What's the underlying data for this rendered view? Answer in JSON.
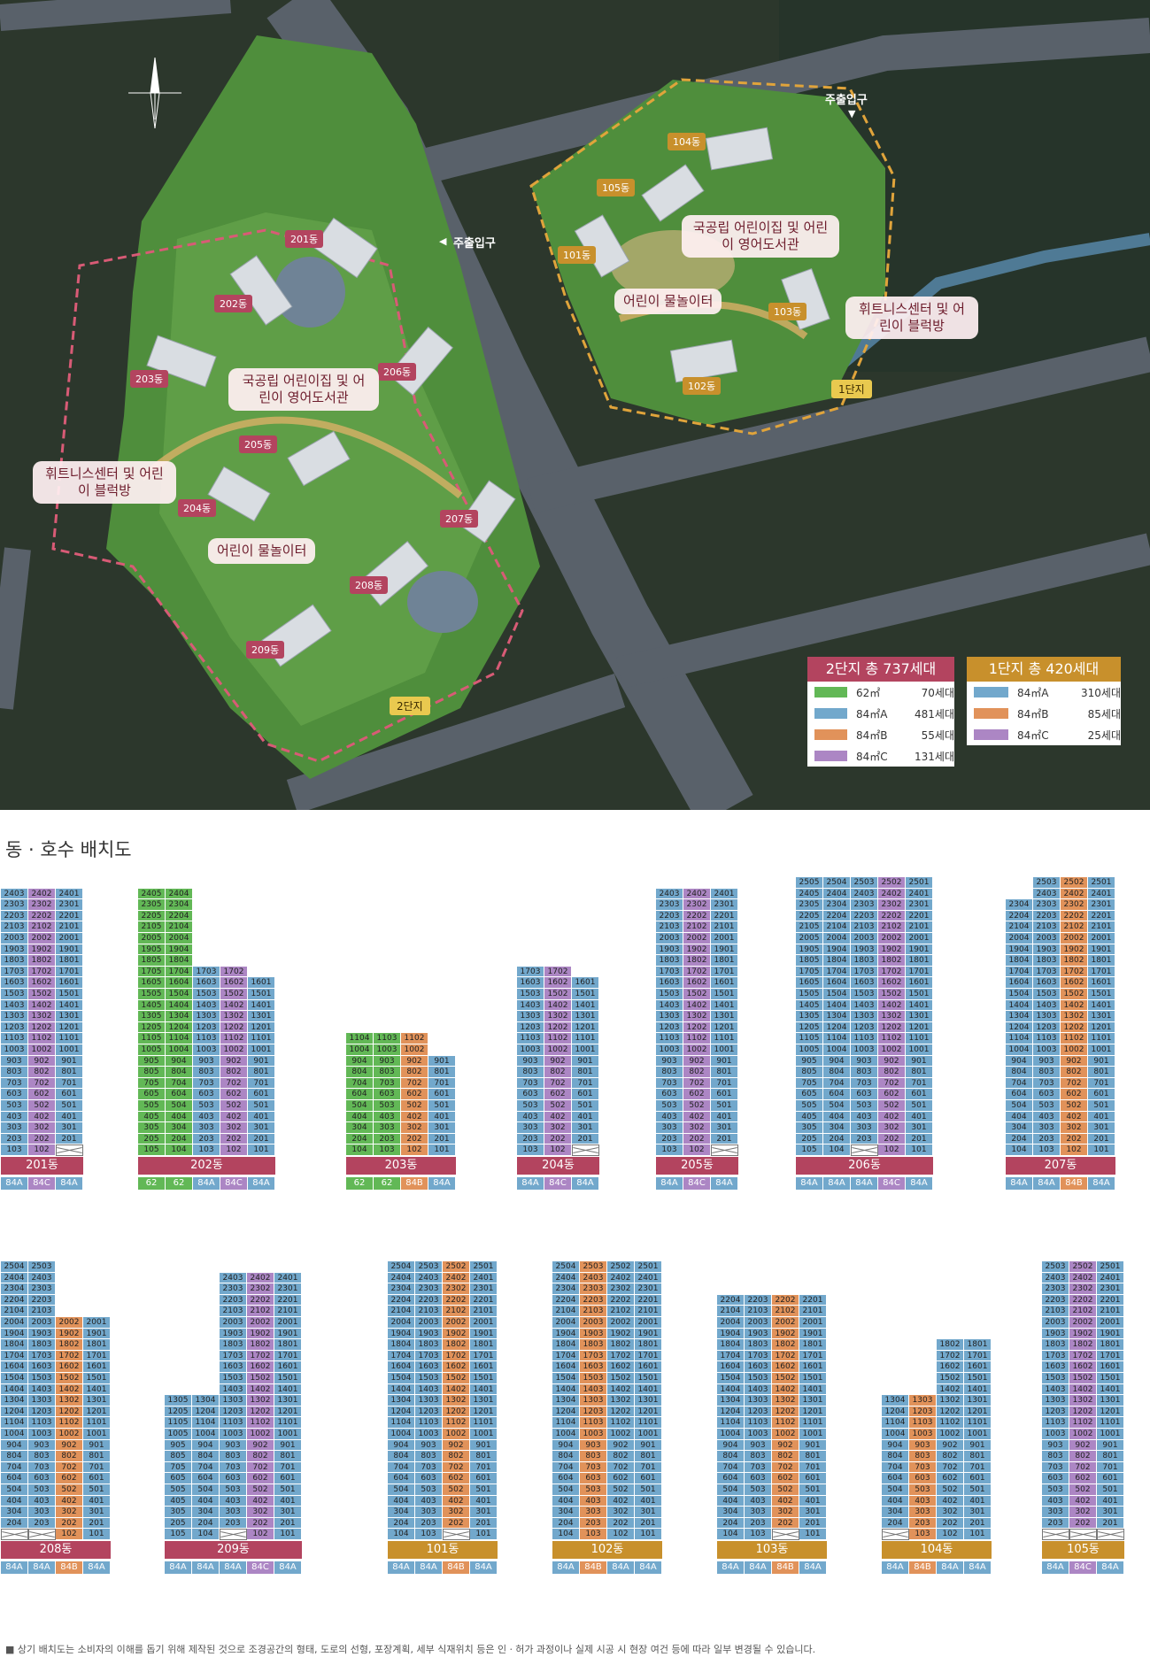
{
  "colors": {
    "t62": "#62b856",
    "t84A": "#72a8cc",
    "t84B": "#e1925a",
    "t84C": "#ac86c4",
    "complex2": "#b3445f",
    "complex1": "#c8902c",
    "map_bg": "#2f3a2e"
  },
  "map": {
    "entrance_top": "주출입구",
    "entrance_left": "주출입구",
    "complex2_label": "2단지",
    "complex1_label": "1단지",
    "callouts": {
      "c2_daycare": "국공립 어린이집 및 어린이 영어도서관",
      "c2_fitness": "휘트니스센터 및 어린이 블럭방",
      "c2_water": "어린이 물놀이터",
      "c1_daycare": "국공립 어린이집 및 어린이 영어도서관",
      "c1_water": "어린이 물놀이터",
      "c1_fitness": "휘트니스센터 및 어린이 블럭방"
    },
    "dong_labels": {
      "d201": "201동",
      "d202": "202동",
      "d203": "203동",
      "d204": "204동",
      "d205": "205동",
      "d206": "206동",
      "d207": "207동",
      "d208": "208동",
      "d209": "209동",
      "d101": "101동",
      "d102": "102동",
      "d103": "103동",
      "d104": "104동",
      "d105": "105동"
    },
    "legend2": {
      "title": "2단지 총 737세대",
      "rows": [
        {
          "type": "62㎡",
          "count": "70세대",
          "color": "#62b856"
        },
        {
          "type": "84㎡A",
          "count": "481세대",
          "color": "#72a8cc"
        },
        {
          "type": "84㎡B",
          "count": "55세대",
          "color": "#e1925a"
        },
        {
          "type": "84㎡C",
          "count": "131세대",
          "color": "#ac86c4"
        }
      ]
    },
    "legend1": {
      "title": "1단지 총 420세대",
      "rows": [
        {
          "type": "84㎡A",
          "count": "310세대",
          "color": "#72a8cc"
        },
        {
          "type": "84㎡B",
          "count": "85세대",
          "color": "#e1925a"
        },
        {
          "type": "84㎡C",
          "count": "25세대",
          "color": "#ac86c4"
        }
      ]
    }
  },
  "section_title": "동 · 호수 배치도",
  "buildings": [
    {
      "name": "201동",
      "complex": 2,
      "types": [
        "84A",
        "84C",
        "84A"
      ],
      "lines": [
        {
          "units": 3,
          "max": 24,
          "type": "84A"
        },
        {
          "units": 2,
          "max": 24,
          "type": "84C"
        },
        {
          "units": 1,
          "max": 24,
          "type": "84A"
        }
      ],
      "pil": [
        1
      ]
    },
    {
      "name": "202동",
      "complex": 2,
      "types": [
        "62",
        "62",
        "84A",
        "84C",
        "84A"
      ],
      "lines": [
        {
          "units": 5,
          "max": 24,
          "type": "62"
        },
        {
          "units": 4,
          "max": 24,
          "type": "62"
        },
        {
          "units": 3,
          "max": 17,
          "type": "84A"
        },
        {
          "units": 2,
          "max": 17,
          "type": "84C"
        },
        {
          "units": 1,
          "max": 16,
          "type": "84A"
        }
      ],
      "pil": []
    },
    {
      "name": "203동",
      "complex": 2,
      "types": [
        "62",
        "62",
        "84B",
        "84A"
      ],
      "lines": [
        {
          "units": 4,
          "max": 11,
          "type": "62"
        },
        {
          "units": 3,
          "max": 11,
          "type": "62"
        },
        {
          "units": 2,
          "max": 11,
          "type": "84B"
        },
        {
          "units": 1,
          "max": 9,
          "type": "84A"
        }
      ],
      "pil": []
    },
    {
      "name": "204동",
      "complex": 2,
      "types": [
        "84A",
        "84C",
        "84A"
      ],
      "lines": [
        {
          "units": 3,
          "max": 17,
          "type": "84A"
        },
        {
          "units": 2,
          "max": 17,
          "type": "84C"
        },
        {
          "units": 1,
          "max": 16,
          "type": "84A"
        }
      ],
      "pil": [
        1
      ]
    },
    {
      "name": "205동",
      "complex": 2,
      "types": [
        "84A",
        "84C",
        "84A"
      ],
      "lines": [
        {
          "units": 3,
          "max": 24,
          "type": "84A"
        },
        {
          "units": 2,
          "max": 24,
          "type": "84C"
        },
        {
          "units": 1,
          "max": 24,
          "type": "84A"
        }
      ],
      "pil": [
        1
      ]
    },
    {
      "name": "206동",
      "complex": 2,
      "types": [
        "84A",
        "84A",
        "84A",
        "84C",
        "84A"
      ],
      "lines": [
        {
          "units": 5,
          "max": 25,
          "type": "84A"
        },
        {
          "units": 4,
          "max": 25,
          "type": "84A"
        },
        {
          "units": 3,
          "max": 25,
          "type": "84A"
        },
        {
          "units": 2,
          "max": 25,
          "type": "84C"
        },
        {
          "units": 1,
          "max": 25,
          "type": "84A"
        }
      ],
      "pil": [
        3
      ]
    },
    {
      "name": "207동",
      "complex": 2,
      "types": [
        "84A",
        "84A",
        "84B",
        "84A"
      ],
      "lines": [
        {
          "units": 4,
          "max": 23,
          "type": "84A"
        },
        {
          "units": 3,
          "max": 25,
          "type": "84A"
        },
        {
          "units": 2,
          "max": 25,
          "type": "84B"
        },
        {
          "units": 1,
          "max": 25,
          "type": "84A"
        }
      ],
      "pil": []
    },
    {
      "name": "208동",
      "complex": 2,
      "types": [
        "84A",
        "84A",
        "84B",
        "84A"
      ],
      "lines": [
        {
          "units": 4,
          "max": 25,
          "type": "84A"
        },
        {
          "units": 3,
          "max": 25,
          "type": "84A"
        },
        {
          "units": 2,
          "max": 20,
          "type": "84B"
        },
        {
          "units": 1,
          "max": 20,
          "type": "84A"
        }
      ],
      "pil": [
        4,
        3
      ]
    },
    {
      "name": "209동",
      "complex": 2,
      "types": [
        "84A",
        "84A",
        "84A",
        "84C",
        "84A"
      ],
      "lines": [
        {
          "units": 5,
          "max": 13,
          "type": "84A"
        },
        {
          "units": 4,
          "max": 13,
          "type": "84A"
        },
        {
          "units": 3,
          "max": 24,
          "type": "84A"
        },
        {
          "units": 2,
          "max": 24,
          "type": "84C"
        },
        {
          "units": 1,
          "max": 24,
          "type": "84A"
        }
      ],
      "pil": [
        3
      ]
    },
    {
      "name": "101동",
      "complex": 1,
      "types": [
        "84A",
        "84A",
        "84B",
        "84A"
      ],
      "lines": [
        {
          "units": 4,
          "max": 25,
          "type": "84A"
        },
        {
          "units": 3,
          "max": 25,
          "type": "84A"
        },
        {
          "units": 2,
          "max": 25,
          "type": "84B"
        },
        {
          "units": 1,
          "max": 25,
          "type": "84A"
        }
      ],
      "pil": [
        2
      ]
    },
    {
      "name": "102동",
      "complex": 1,
      "types": [
        "84A",
        "84B",
        "84A",
        "84A"
      ],
      "lines": [
        {
          "units": 4,
          "max": 25,
          "type": "84A"
        },
        {
          "units": 3,
          "max": 25,
          "type": "84B"
        },
        {
          "units": 2,
          "max": 25,
          "type": "84A"
        },
        {
          "units": 1,
          "max": 25,
          "type": "84A"
        }
      ],
      "pil": []
    },
    {
      "name": "103동",
      "complex": 1,
      "types": [
        "84A",
        "84A",
        "84B",
        "84A"
      ],
      "lines": [
        {
          "units": 4,
          "max": 22,
          "type": "84A"
        },
        {
          "units": 3,
          "max": 22,
          "type": "84A"
        },
        {
          "units": 2,
          "max": 22,
          "type": "84B"
        },
        {
          "units": 1,
          "max": 22,
          "type": "84A"
        }
      ],
      "pil": [
        2
      ]
    },
    {
      "name": "104동",
      "complex": 1,
      "types": [
        "84A",
        "84B",
        "84A",
        "84A"
      ],
      "lines": [
        {
          "units": 4,
          "max": 13,
          "type": "84A"
        },
        {
          "units": 3,
          "max": 13,
          "type": "84B"
        },
        {
          "units": 2,
          "max": 18,
          "type": "84A"
        },
        {
          "units": 1,
          "max": 18,
          "type": "84A"
        }
      ],
      "pil": [
        4
      ]
    },
    {
      "name": "105동",
      "complex": 1,
      "types": [
        "84A",
        "84C",
        "84A"
      ],
      "lines": [
        {
          "units": 3,
          "max": 25,
          "type": "84A"
        },
        {
          "units": 2,
          "max": 25,
          "type": "84C"
        },
        {
          "units": 1,
          "max": 25,
          "type": "84A"
        }
      ],
      "pil": [
        3,
        2,
        1
      ]
    }
  ],
  "footnote": "■ 상기 배치도는 소비자의 이해를 돕기 위해 제작된 것으로 조경공간의 형태, 도로의 선형, 포장계획, 세부 식재위치 등은 인ㆍ허가 과정이나 실제 시공 시 현장 여건 등에 따라 일부 변경될 수 있습니다."
}
